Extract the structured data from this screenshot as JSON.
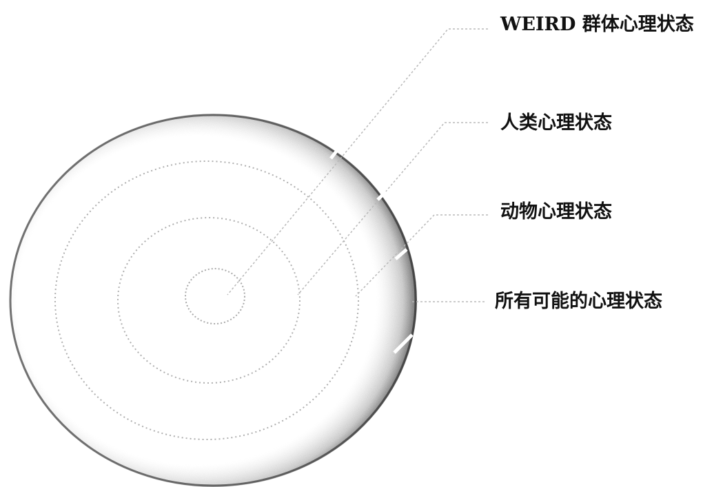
{
  "diagram": {
    "labels": {
      "weird": "WEIRD 群体心理状态",
      "human": "人类心理状态",
      "animal": "动物心理状态",
      "all": "所有可能的心理状态"
    },
    "colors": {
      "outer_edge": "#2a2a2a",
      "inner_rings": "#9a9a9a",
      "leader_lines": "#b8b8b8",
      "text": "#111111"
    }
  }
}
